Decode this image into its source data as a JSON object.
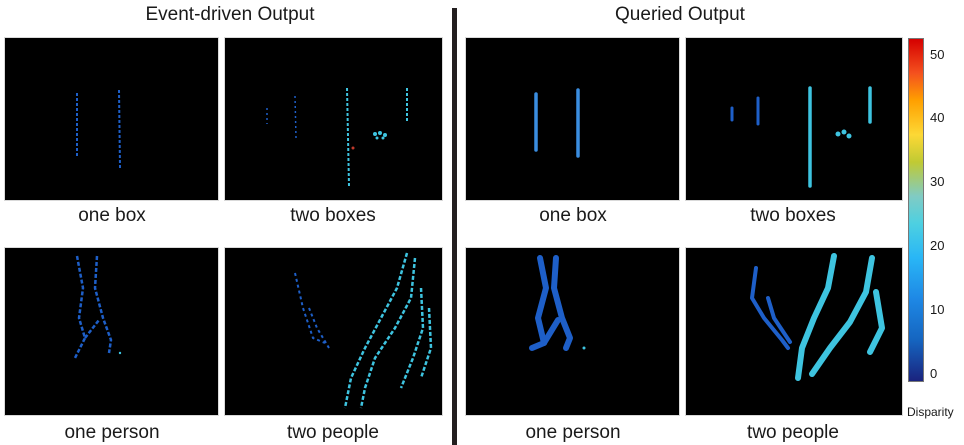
{
  "titles": {
    "left": "Event-driven Output",
    "right": "Queried Output"
  },
  "panels": {
    "ev_one_box": "one box",
    "ev_two_boxes": "two boxes",
    "ev_one_person": "one person",
    "ev_two_people": "two people",
    "q_one_box": "one box",
    "q_two_boxes": "two boxes",
    "q_one_person": "one person",
    "q_two_people": "two people"
  },
  "colorbar": {
    "label": "Disparity",
    "ticks": [
      "50",
      "40",
      "30",
      "20",
      "10",
      "0"
    ],
    "min": 0,
    "max": 50,
    "colors": {
      "low": "#1a237e",
      "mid": "#4dd0e1",
      "high": "#d50000"
    }
  },
  "colors": {
    "far_blue": "#1e5fc8",
    "near_cyan": "#3ec4e0",
    "background": "#000000"
  }
}
